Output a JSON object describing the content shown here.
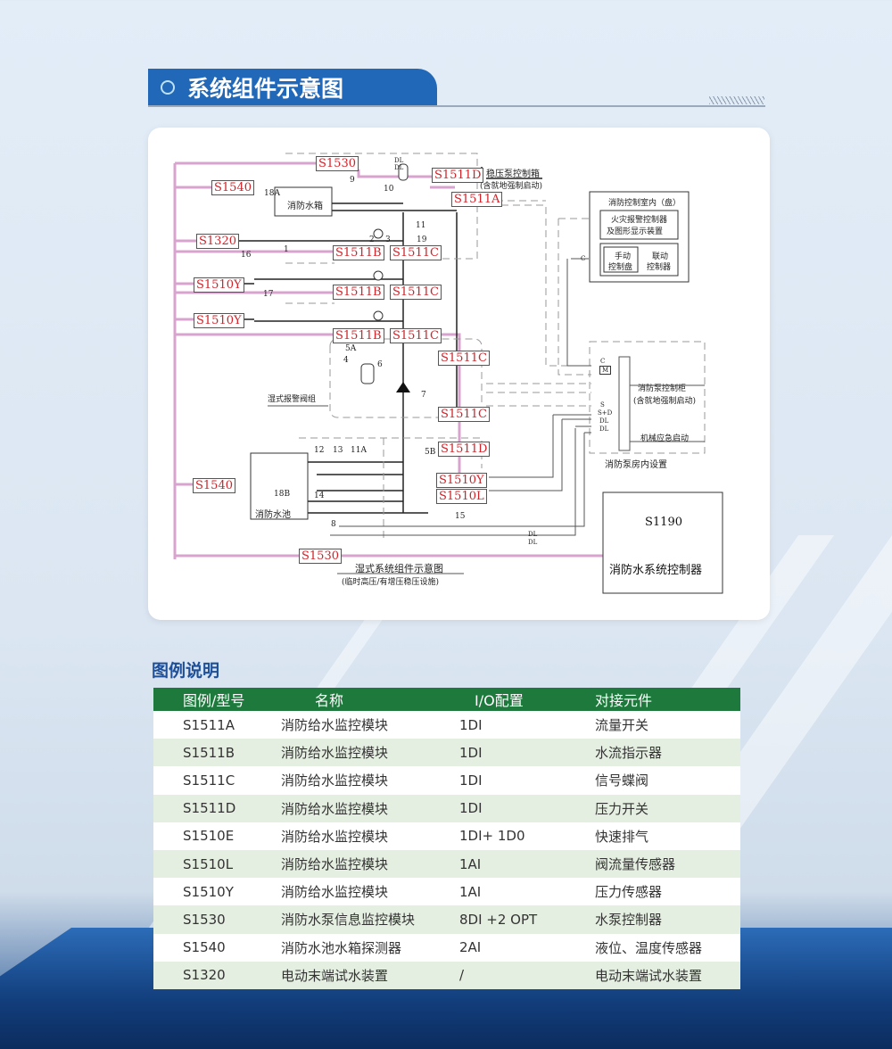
{
  "header": {
    "title": "系统组件示意图"
  },
  "diagram": {
    "labels": [
      "S1530",
      "S1540",
      "S1511D",
      "S1511A",
      "S1320",
      "S1511B",
      "S1511C",
      "S1510Y",
      "S1511B",
      "S1511C",
      "S1510Y",
      "S1511B",
      "S1511C",
      "S1511C",
      "S1511C",
      "S1511D",
      "S1540",
      "S1510Y",
      "S1510L",
      "S1530"
    ],
    "texts": {
      "pressure_box": "稳压泵控制箱",
      "pressure_box_sub": "(含就地强制启动)",
      "water_tank": "消防水箱",
      "control_room": "消防控制室内（盘）",
      "fire_alarm": "火灾报警控制器",
      "graphic_display": "及图形显示装置",
      "manual_panel_1": "手动",
      "manual_panel_2": "控制盘",
      "linkage_1": "联动",
      "linkage_2": "控制器",
      "pump_cabinet": "消防泵控制柜",
      "pump_cabinet_sub": "(含就地强制启动)",
      "mech_start": "机械应急启动",
      "pump_room": "消防泵房内设置",
      "alarm_valve": "湿式报警阀组",
      "water_pool": "消防水池",
      "caption": "湿式系统组件示意图",
      "caption_sub": "(临时高压/有增压稳压设施)",
      "controller_code": "S1190",
      "controller_name": "消防水系统控制器"
    },
    "callouts": [
      "9",
      "10",
      "11",
      "18A",
      "16",
      "1",
      "2",
      "3",
      "19",
      "17",
      "5A",
      "4",
      "6",
      "7",
      "12",
      "13",
      "11A",
      "5B",
      "18B",
      "14",
      "8",
      "15"
    ],
    "signals": [
      "DL",
      "DL",
      "C",
      "C",
      "M",
      "S",
      "S+D",
      "DL",
      "DL",
      "DL",
      "DL"
    ]
  },
  "legend": {
    "title": "图例说明",
    "columns": [
      "图例/型号",
      "名称",
      "I/O配置",
      "对接元件"
    ],
    "rows": [
      [
        "S1511A",
        "消防给水监控模块",
        "1DI",
        "流量开关"
      ],
      [
        "S1511B",
        "消防给水监控模块",
        "1DI",
        "水流指示器"
      ],
      [
        "S1511C",
        "消防给水监控模块",
        "1DI",
        "信号蝶阀"
      ],
      [
        "S1511D",
        "消防给水监控模块",
        "1DI",
        "压力开关"
      ],
      [
        "S1510E",
        "消防给水监控模块",
        "1DI+ 1D0",
        "快速排气"
      ],
      [
        "S1510L",
        "消防给水监控模块",
        "1AI",
        "阀流量传感器"
      ],
      [
        "S1510Y",
        "消防给水监控模块",
        "1AI",
        "压力传感器"
      ],
      [
        "S1530",
        "消防水泵信息监控模块",
        "8DI +2  OPT",
        "水泵控制器"
      ],
      [
        "S1540",
        "消防水池水箱探测器",
        "2AI",
        "液位、温度传感器"
      ],
      [
        "S1320",
        "电动末端试水装置",
        "/",
        "电动末端试水装置"
      ]
    ]
  },
  "colors": {
    "brand": "#2168b8",
    "table_header": "#1e7a3c",
    "signal_line": "#d9a3cf",
    "label": "#d2232a"
  }
}
